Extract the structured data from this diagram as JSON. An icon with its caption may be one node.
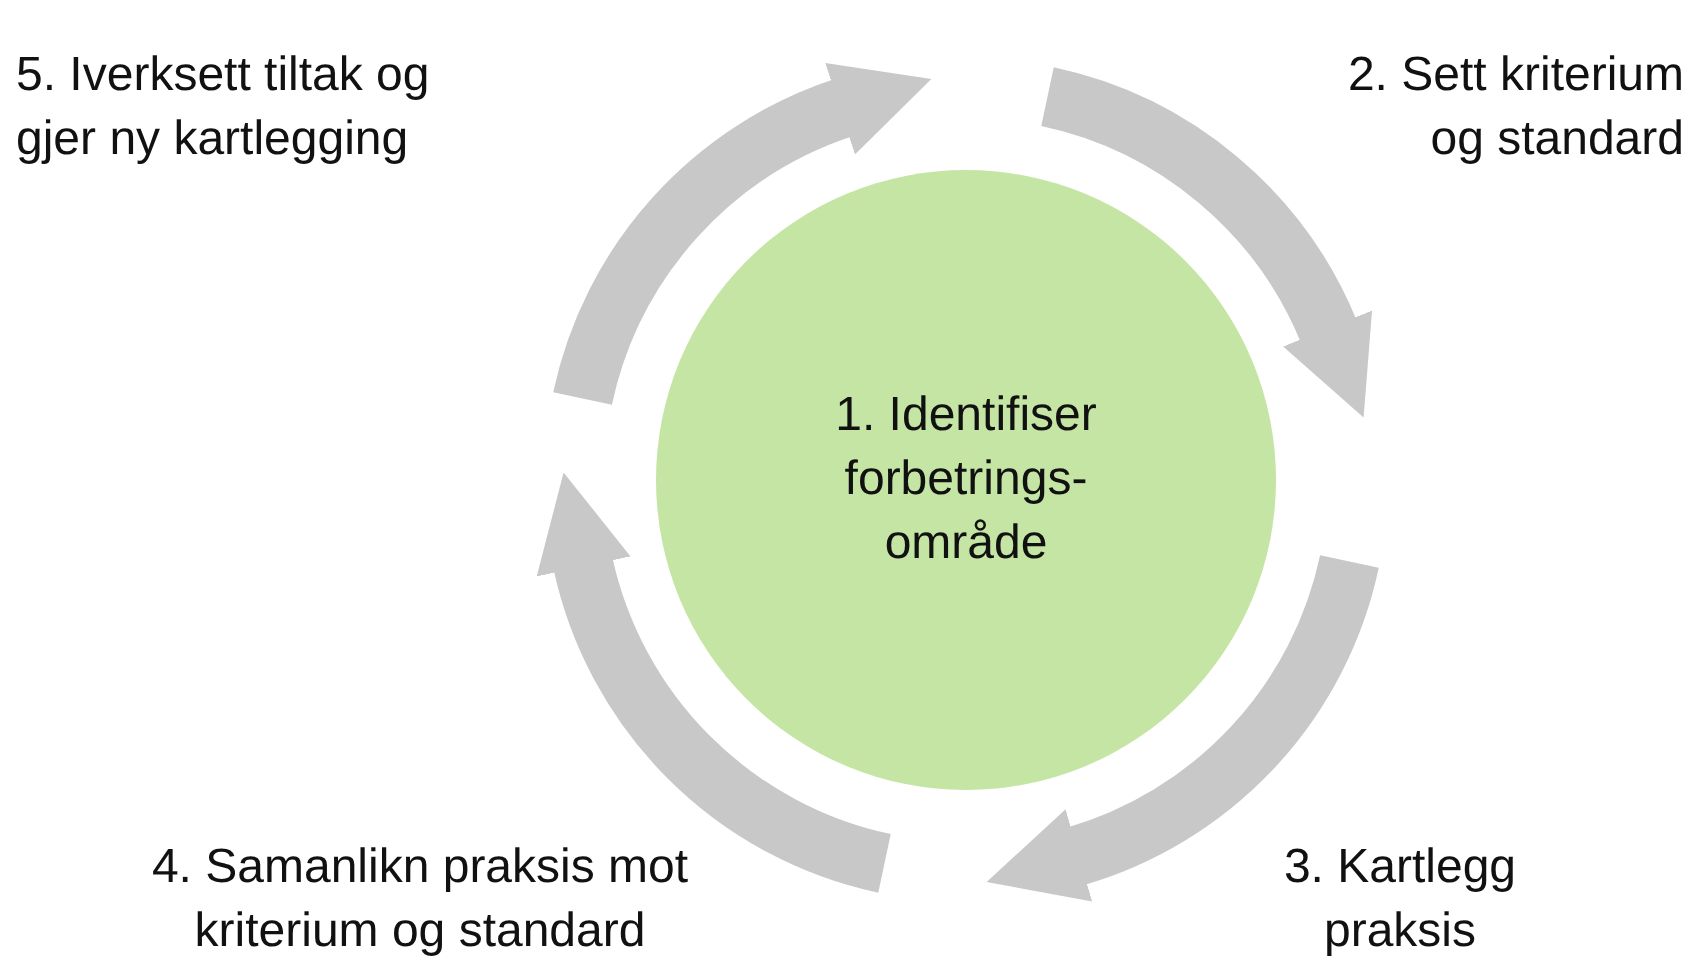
{
  "diagram": {
    "nodes": [
      {
        "text": [
          "1. Identifiser forbetrings-område"
        ]
      },
      {
        "text": [
          "2. Sett kriterium og standard"
        ]
      },
      {
        "text": [
          "3. Kartlegg praksis"
        ]
      },
      {
        "text": [
          "4. Samanlikn praksis mot kriterium og standard"
        ]
      },
      {
        "text": [
          "5. Iverksett tiltak og gjer ny kartlegging"
        ]
      }
    ]
  }
}
